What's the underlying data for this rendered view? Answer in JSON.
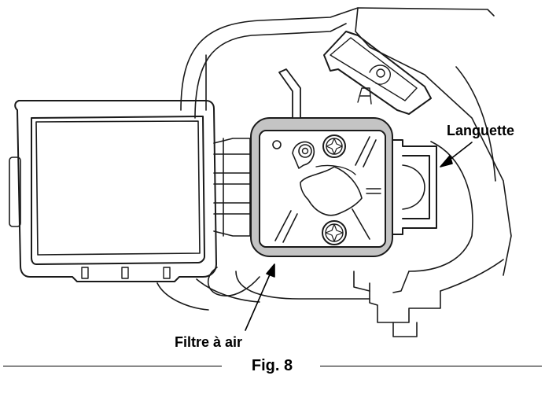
{
  "labels": {
    "tab": "Languette",
    "air_filter": "Filtre à air"
  },
  "caption": "Fig. 8",
  "colors": {
    "line": "#1a1a1a",
    "filter_gray": "#c4c4c4",
    "background": "#ffffff"
  }
}
